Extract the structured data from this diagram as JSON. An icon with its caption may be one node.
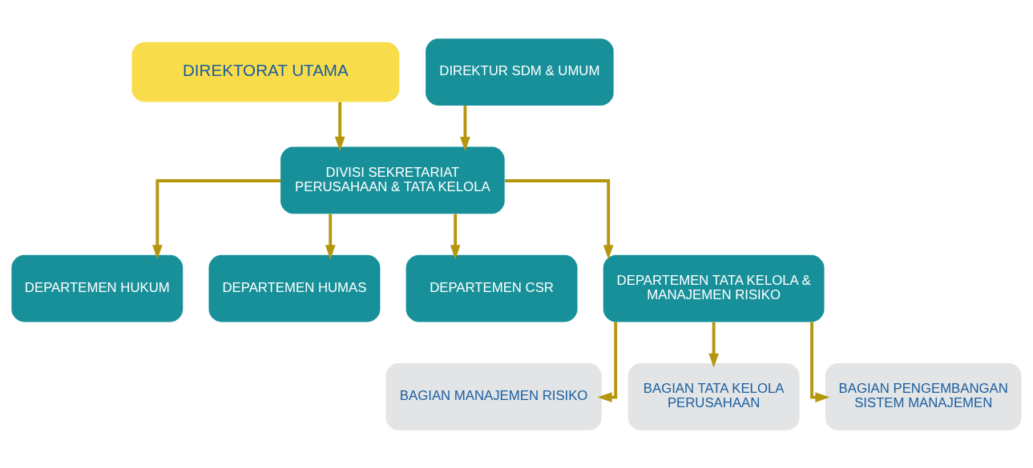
{
  "diagram": {
    "nodes": [
      {
        "text": [
          "DIREKTORAT UTAMA"
        ]
      },
      {
        "text": [
          "DIREKTUR SDM & UMUM"
        ]
      },
      {
        "text": [
          "DIVISI SEKRETARIAT PERUSAHAAN & TATA KELOLA"
        ]
      },
      {
        "text": [
          "DEPARTEMEN HUKUM"
        ]
      },
      {
        "text": [
          "DEPARTEMEN HUMAS"
        ]
      },
      {
        "text": [
          "DEPARTEMEN CSR"
        ]
      },
      {
        "text": [
          "DEPARTEMEN TATA KELOLA & MANAJEMEN RISIKO"
        ]
      },
      {
        "text": [
          "BAGIAN MANAJEMEN RISIKO"
        ]
      },
      {
        "text": [
          "BAGIAN TATA KELOLA PERUSAHAAN"
        ]
      },
      {
        "text": [
          "BAGIAN PENGEMBANGAN SISTEM MANAJEMEN"
        ]
      }
    ],
    "edges": [
      {
        "from": 0,
        "to": 2,
        "arrow": "to"
      },
      {
        "from": 1,
        "to": 2,
        "arrow": "to"
      },
      {
        "from": 2,
        "to": 3,
        "arrow": "to"
      },
      {
        "from": 2,
        "to": 4,
        "arrow": "to"
      },
      {
        "from": 2,
        "to": 5,
        "arrow": "to"
      },
      {
        "from": 2,
        "to": 6,
        "arrow": "to"
      },
      {
        "from": 6,
        "to": 7,
        "arrow": "to"
      },
      {
        "from": 6,
        "to": 8,
        "arrow": "to"
      },
      {
        "from": 6,
        "to": 9,
        "arrow": "to"
      }
    ]
  }
}
